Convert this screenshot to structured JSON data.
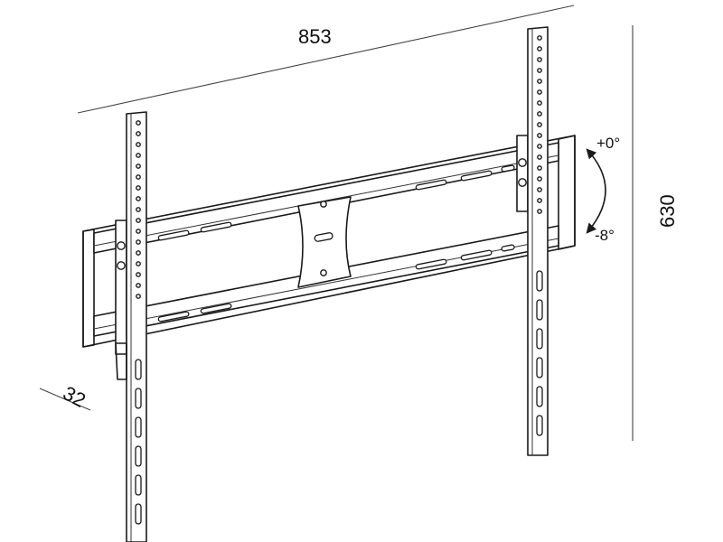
{
  "dimensions": {
    "width": "853",
    "height": "630",
    "depth": "32"
  },
  "tilt": {
    "up": "+0°",
    "down": "-8°"
  }
}
